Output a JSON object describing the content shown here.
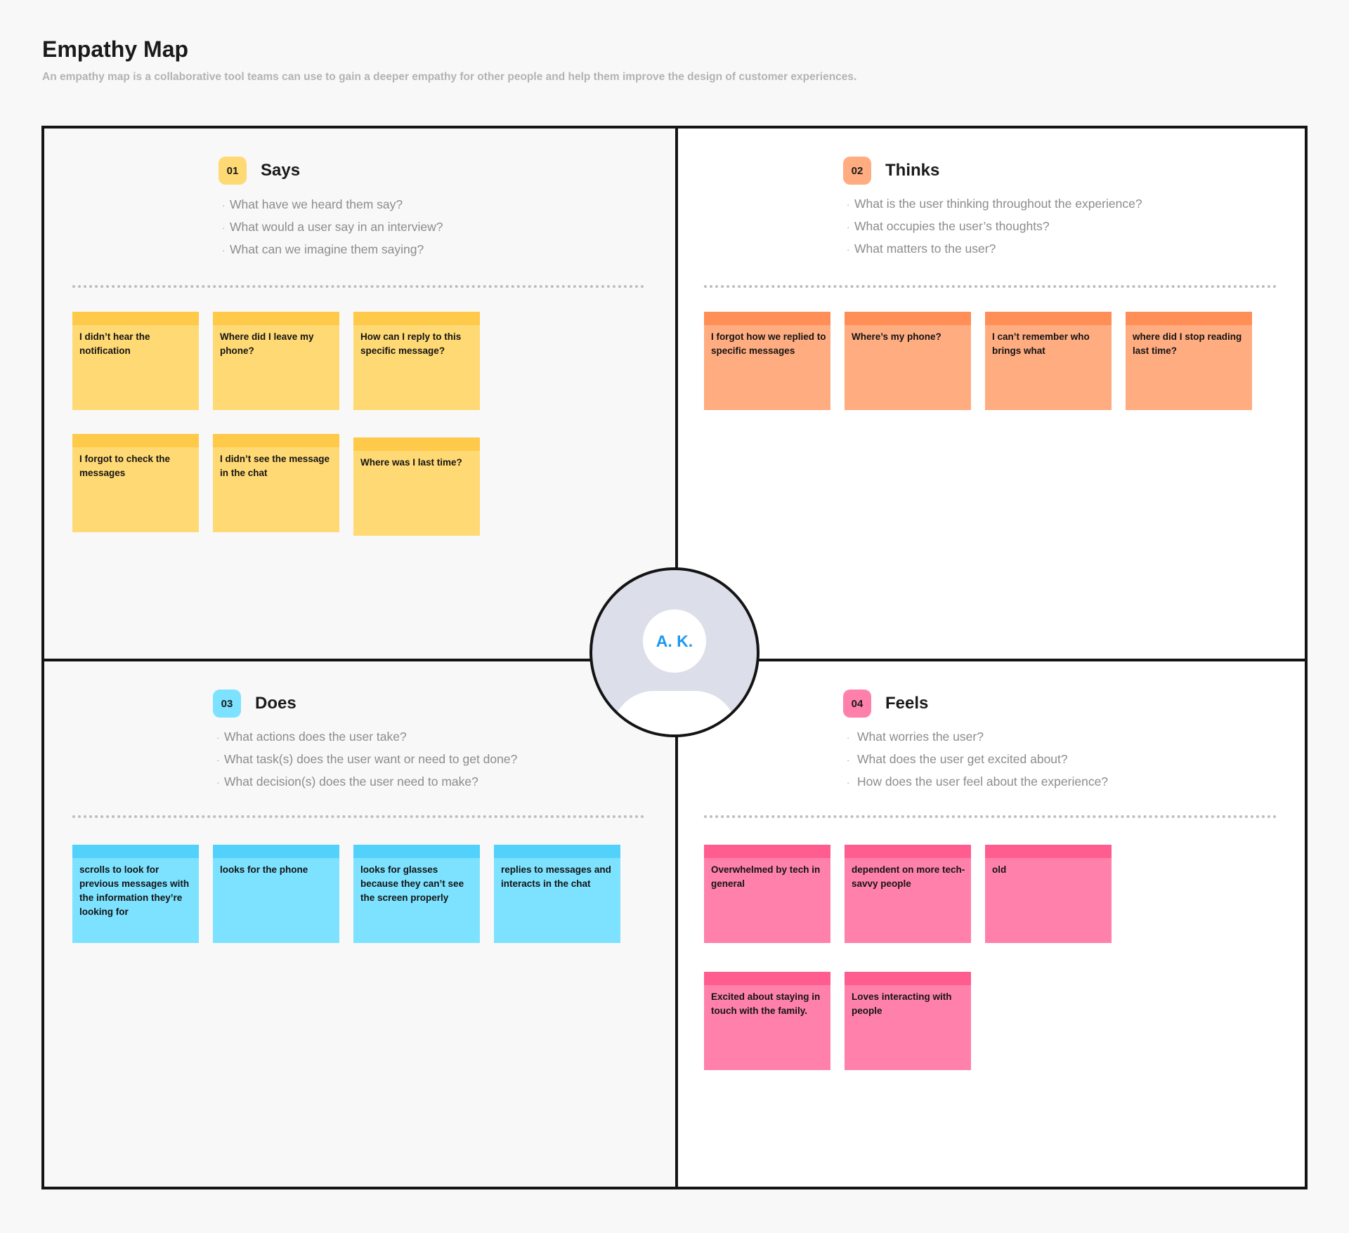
{
  "page": {
    "title": "Empathy Map",
    "subtitle": "An empathy map is a collaborative tool teams can use to gain a deeper empathy for other people and help them improve the design of customer experiences."
  },
  "persona": {
    "initials": "A. K."
  },
  "quadrants": {
    "says": {
      "number": "01",
      "title": "Says",
      "color": "#ffd974",
      "prompts": [
        "What have we heard them say?",
        "What would a user say in an interview?",
        "What can we imagine them saying?"
      ],
      "notes": [
        "I didn’t hear the notification",
        "Where did I leave my phone?",
        "How can I reply to this specific message?",
        "I forgot to check the messages",
        "I didn’t see the message in the chat",
        "Where was I last time?"
      ]
    },
    "thinks": {
      "number": "02",
      "title": "Thinks",
      "color": "#ffac80",
      "prompts": [
        "What is the user thinking throughout the experience?",
        "What occupies the user’s thoughts?",
        "What matters to the user?"
      ],
      "notes": [
        "I forgot how we replied to specific messages",
        "Where’s my phone?",
        "I can’t remember who brings what",
        "where did I stop reading last time?"
      ]
    },
    "does": {
      "number": "03",
      "title": "Does",
      "color": "#7de2ff",
      "prompts": [
        "What actions does the user take?",
        "What task(s) does the user want or need to get done?",
        "What decision(s) does the user need to make?"
      ],
      "notes": [
        "scrolls to look for previous messages with the information they’re looking for",
        "looks for the phone",
        "looks for glasses because they can’t see the screen properly",
        "replies to messages and interacts in the chat"
      ]
    },
    "feels": {
      "number": "04",
      "title": "Feels",
      "color": "#ff81ab",
      "prompts": [
        "What worries the user?",
        "What does the user get excited about?",
        "How does the user feel about the experience?"
      ],
      "notes": [
        "Overwhelmed by tech in general",
        "dependent on more tech-savvy people",
        "old",
        "Excited about staying in touch with the family.",
        "Loves interacting with people"
      ]
    }
  }
}
